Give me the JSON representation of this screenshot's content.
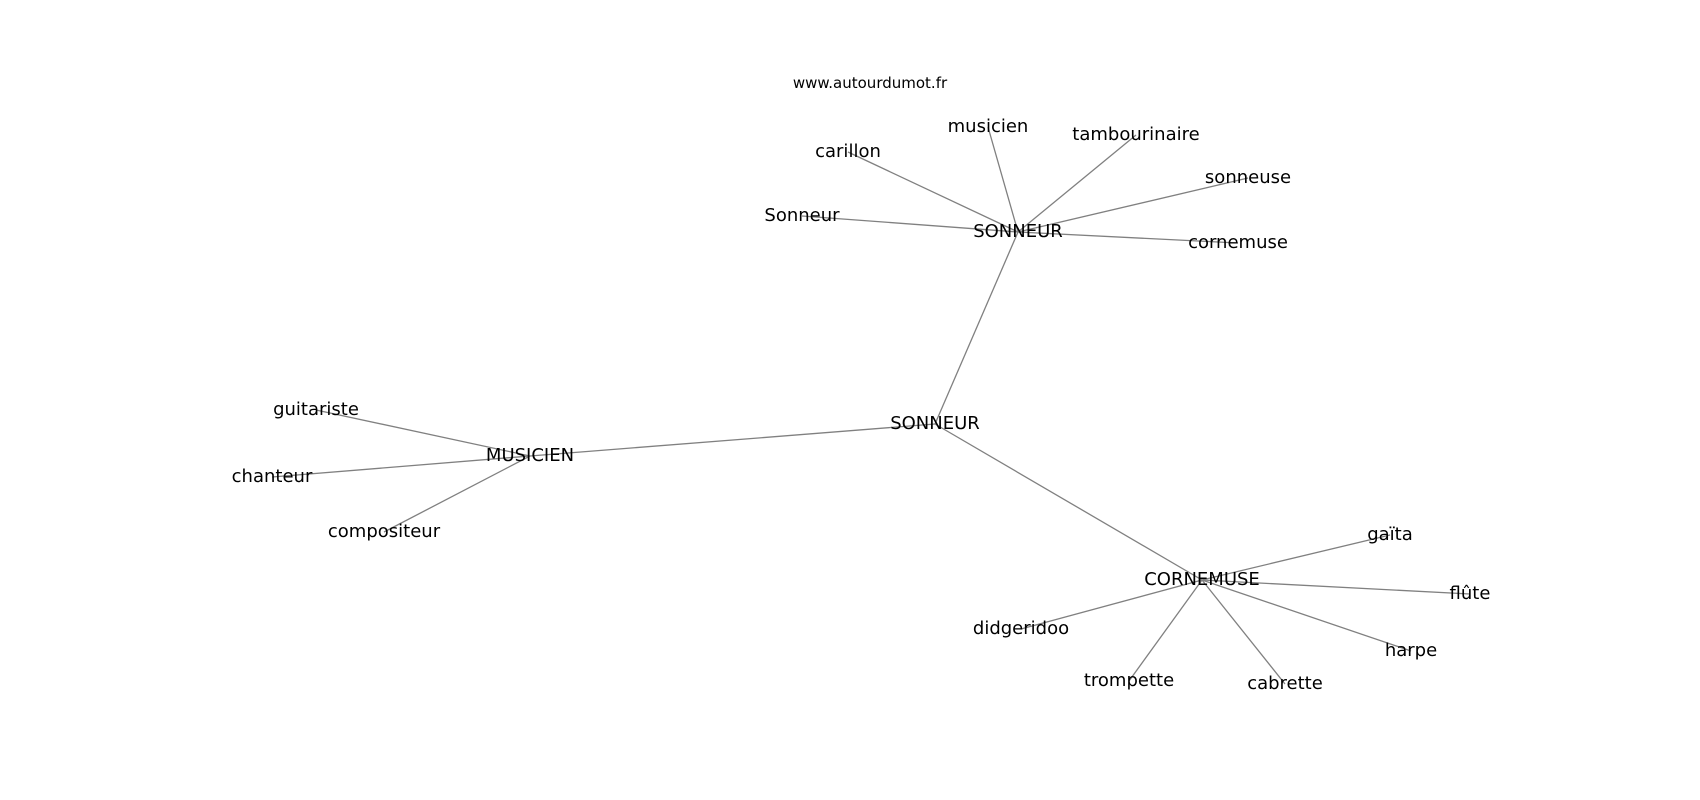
{
  "watermark": "www.autourdumot.fr",
  "graph": {
    "nodes": [
      {
        "id": "center",
        "label": "SONNEUR"
      },
      {
        "id": "hub_sonneur",
        "label": "SONNEUR"
      },
      {
        "id": "hub_musicien",
        "label": "MUSICIEN"
      },
      {
        "id": "hub_cornemuse",
        "label": "CORNEMUSE"
      },
      {
        "id": "carillon",
        "label": "carillon"
      },
      {
        "id": "musicien",
        "label": "musicien"
      },
      {
        "id": "tambourinaire",
        "label": "tambourinaire"
      },
      {
        "id": "sonneuse",
        "label": "sonneuse"
      },
      {
        "id": "Sonneur",
        "label": "Sonneur"
      },
      {
        "id": "cornemuse",
        "label": "cornemuse"
      },
      {
        "id": "guitariste",
        "label": "guitariste"
      },
      {
        "id": "chanteur",
        "label": "chanteur"
      },
      {
        "id": "compositeur",
        "label": "compositeur"
      },
      {
        "id": "gaita",
        "label": "gaïta"
      },
      {
        "id": "flute",
        "label": "flûte"
      },
      {
        "id": "harpe",
        "label": "harpe"
      },
      {
        "id": "cabrette",
        "label": "cabrette"
      },
      {
        "id": "trompette",
        "label": "trompette"
      },
      {
        "id": "didgeridoo",
        "label": "didgeridoo"
      }
    ],
    "edges": [
      [
        "center",
        "hub_sonneur"
      ],
      [
        "center",
        "hub_musicien"
      ],
      [
        "center",
        "hub_cornemuse"
      ],
      [
        "hub_sonneur",
        "carillon"
      ],
      [
        "hub_sonneur",
        "musicien"
      ],
      [
        "hub_sonneur",
        "tambourinaire"
      ],
      [
        "hub_sonneur",
        "sonneuse"
      ],
      [
        "hub_sonneur",
        "Sonneur"
      ],
      [
        "hub_sonneur",
        "cornemuse"
      ],
      [
        "hub_musicien",
        "guitariste"
      ],
      [
        "hub_musicien",
        "chanteur"
      ],
      [
        "hub_musicien",
        "compositeur"
      ],
      [
        "hub_cornemuse",
        "gaita"
      ],
      [
        "hub_cornemuse",
        "flute"
      ],
      [
        "hub_cornemuse",
        "harpe"
      ],
      [
        "hub_cornemuse",
        "cabrette"
      ],
      [
        "hub_cornemuse",
        "trompette"
      ],
      [
        "hub_cornemuse",
        "didgeridoo"
      ]
    ]
  }
}
